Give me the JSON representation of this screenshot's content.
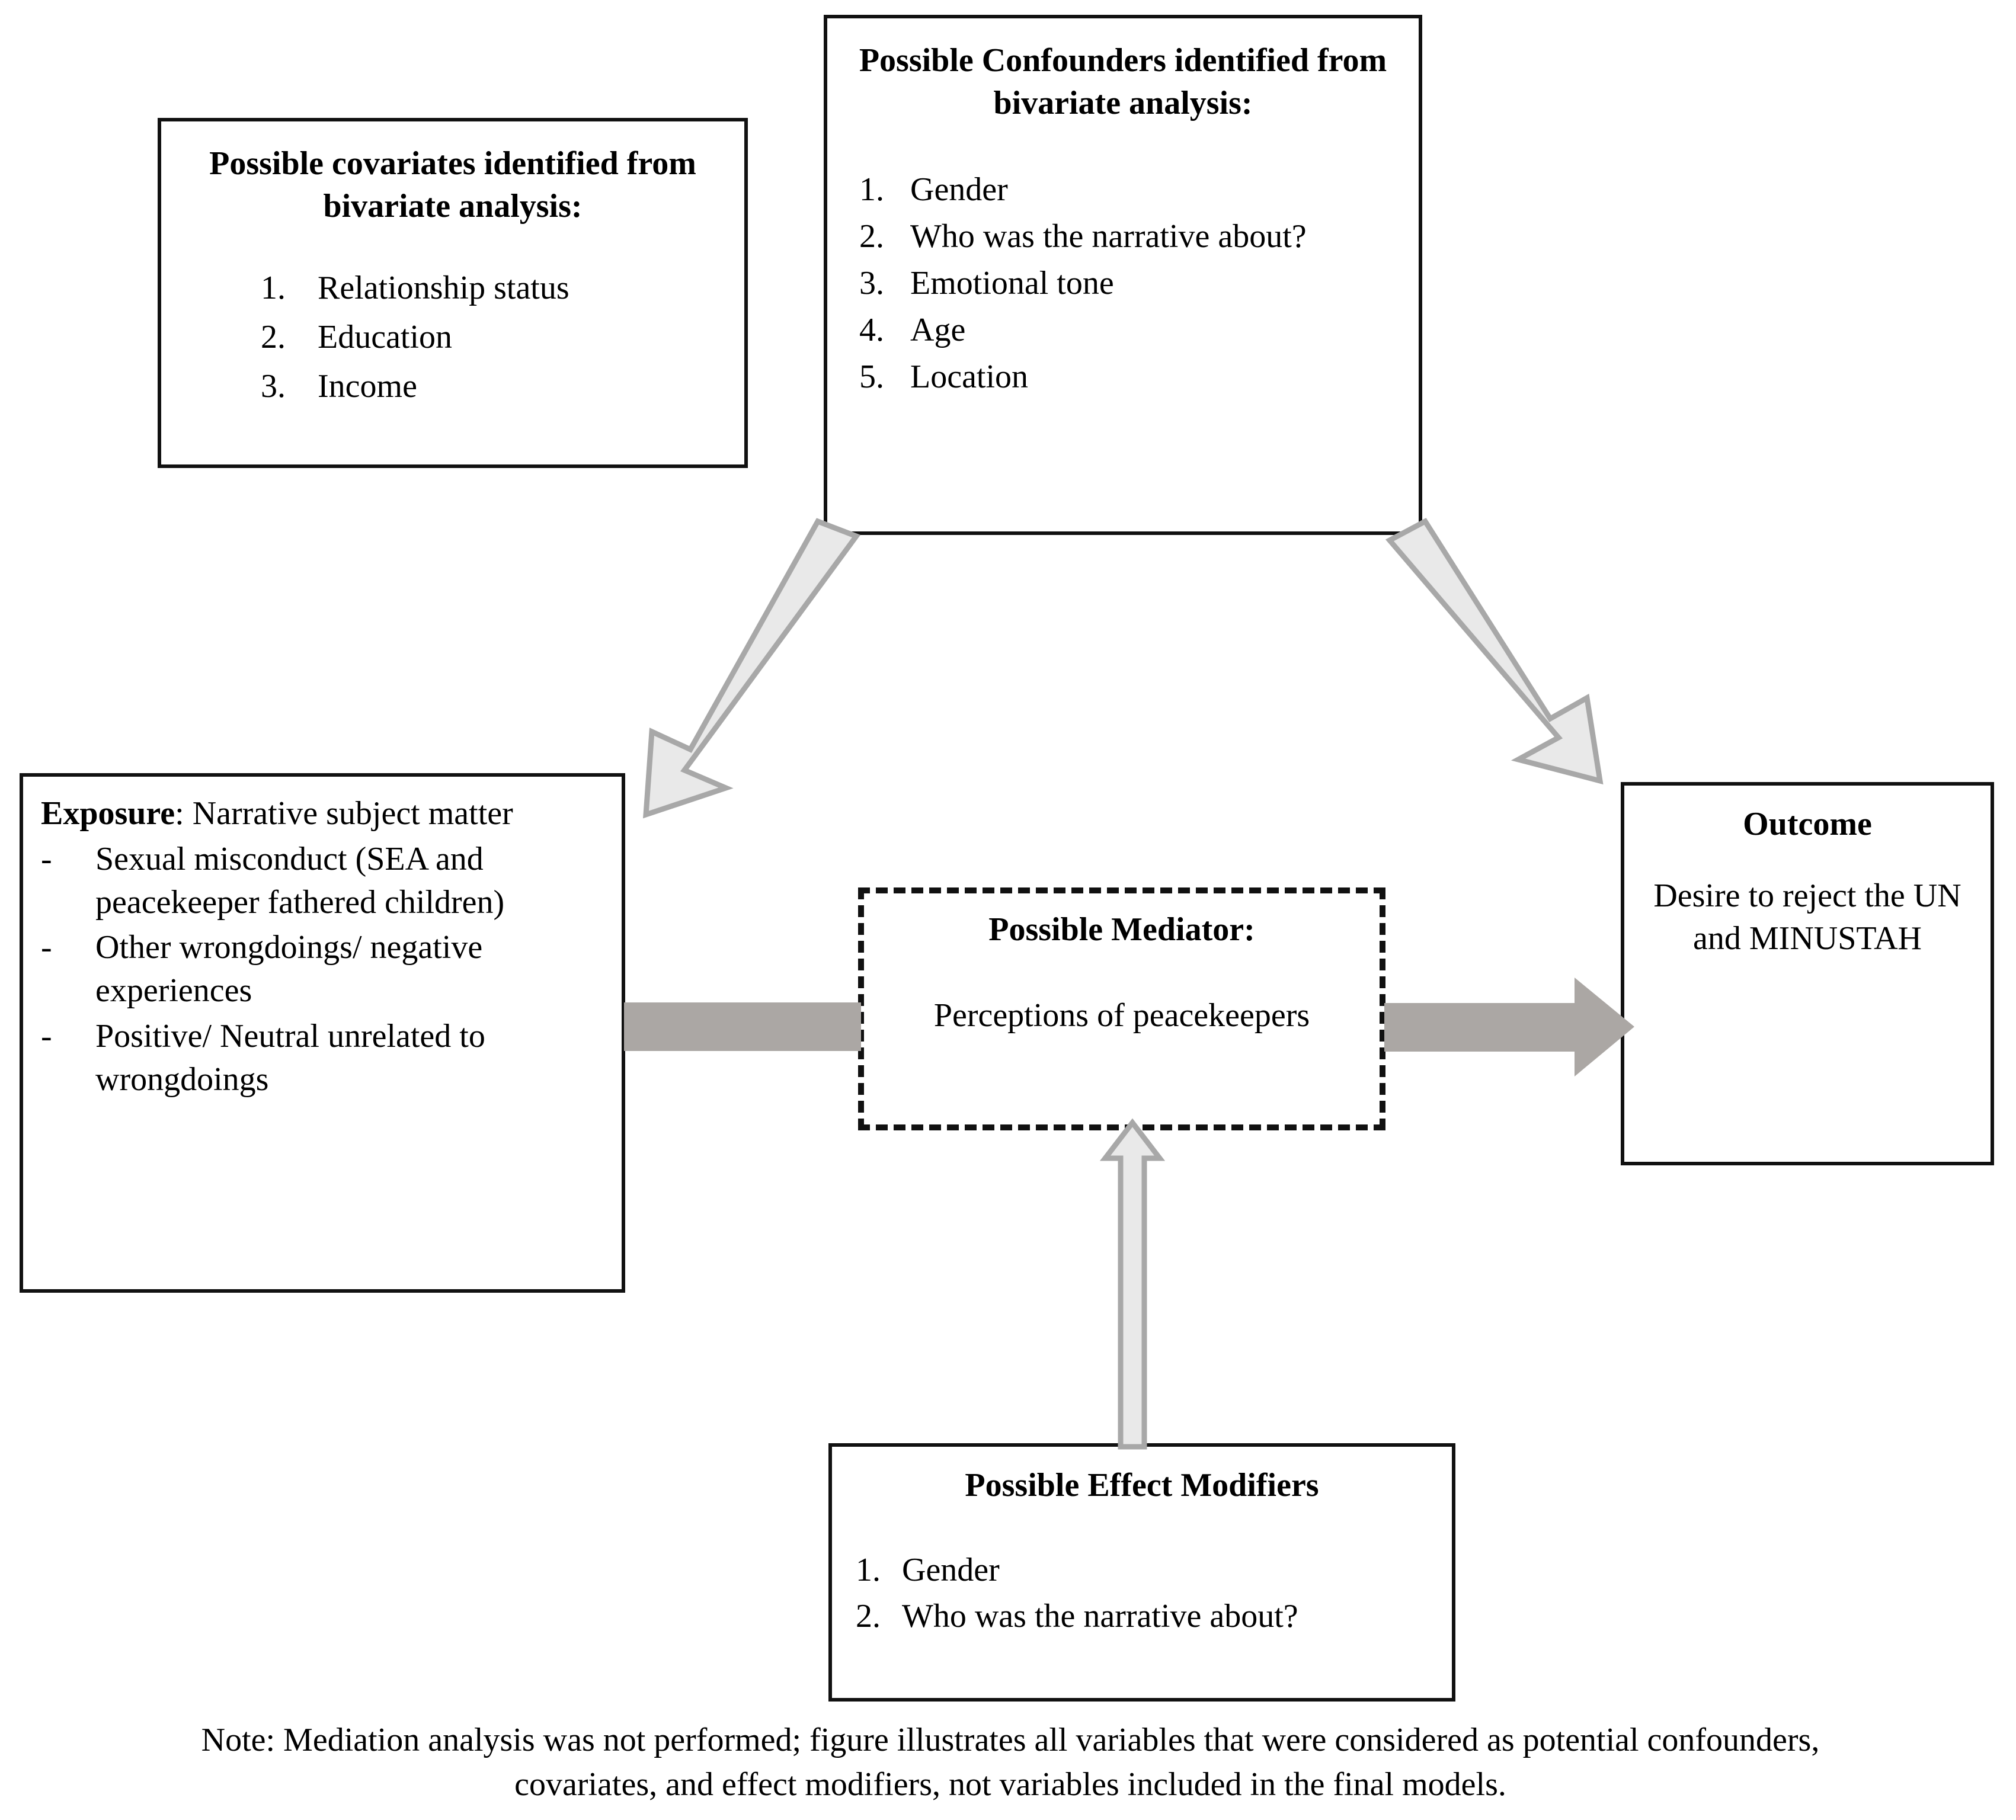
{
  "figure": {
    "type": "conceptual-causal-diagram",
    "note": "Note: Mediation analysis was not performed; figure illustrates all variables that were considered as potential confounders, covariates, and effect modifiers, not variables included in the final models."
  },
  "covariates_box": {
    "title": "Possible covariates identified from bivariate analysis:",
    "items": [
      {
        "marker": "1.",
        "text": "Relationship status"
      },
      {
        "marker": "2.",
        "text": "Education"
      },
      {
        "marker": "3.",
        "text": "Income"
      }
    ]
  },
  "confounders_box": {
    "title": "Possible Confounders identified from bivariate analysis:",
    "items": [
      {
        "marker": "1.",
        "text": "Gender"
      },
      {
        "marker": "2.",
        "text": "Who was the narrative about?"
      },
      {
        "marker": "3.",
        "text": "Emotional tone"
      },
      {
        "marker": "4.",
        "text": "Age"
      },
      {
        "marker": "5.",
        "text": "Location"
      }
    ]
  },
  "exposure_box": {
    "label": "Exposure",
    "label_suffix": ": Narrative subject matter",
    "items": [
      {
        "marker": "-",
        "text": "Sexual misconduct (SEA and peacekeeper fathered children)"
      },
      {
        "marker": "-",
        "text": "Other wrongdoings/ negative experiences"
      },
      {
        "marker": "-",
        "text": "Positive/ Neutral unrelated to wrongdoings"
      }
    ]
  },
  "mediator_box": {
    "title": "Possible Mediator:",
    "text": "Perceptions of peacekeepers"
  },
  "outcome_box": {
    "title": "Outcome",
    "text": "Desire to reject the UN and MINUSTAH"
  },
  "modifiers_box": {
    "title": "Possible Effect Modifiers",
    "items": [
      {
        "marker": "1.",
        "text": "Gender"
      },
      {
        "marker": "2.",
        "text": "Who was the narrative about?"
      }
    ]
  },
  "connectors": {
    "confounders_to_exposure": {
      "name": "diagonal-arrow-down-left",
      "fill": "#e9e9e9",
      "stroke": "#a8a8a8"
    },
    "confounders_to_outcome": {
      "name": "diagonal-arrow-down-right",
      "fill": "#e9e9e9",
      "stroke": "#a8a8a8"
    },
    "exposure_to_mediator": {
      "name": "horizontal-bar",
      "fill": "#aba7a4"
    },
    "mediator_to_outcome": {
      "name": "horizontal-arrow-right",
      "fill": "#aba7a4"
    },
    "modifiers_to_mediator": {
      "name": "vertical-arrow-up",
      "fill": "#e9e9e9",
      "stroke": "#a8a8a8"
    }
  }
}
